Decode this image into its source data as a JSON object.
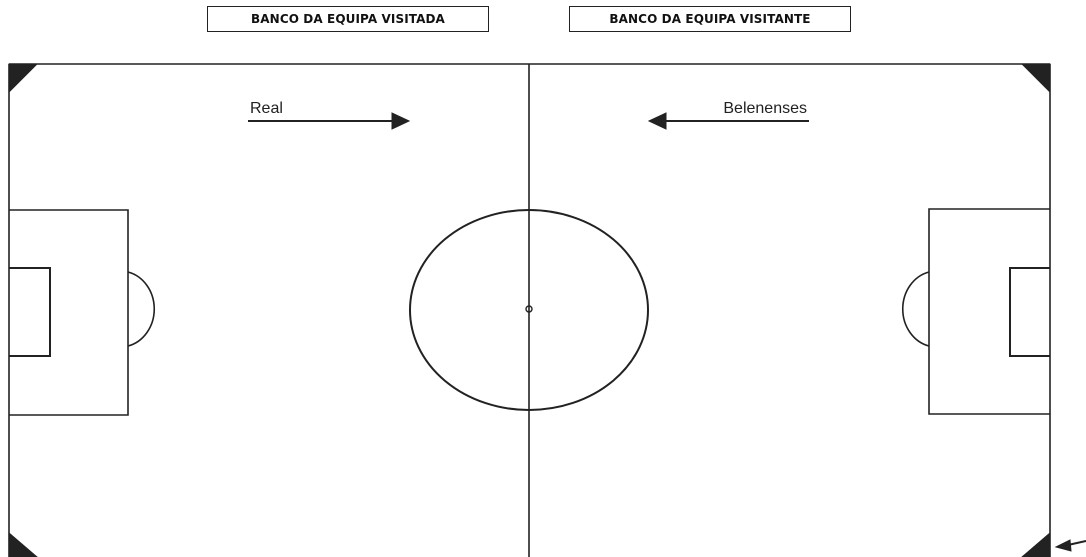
{
  "benches": {
    "home": "BANCO DA EQUIPA VISITADA",
    "away": "BANCO DA EQUIPA VISITANTE"
  },
  "teams": {
    "left": "Real",
    "right": "Belenenses"
  },
  "colors": {
    "line": "#222222",
    "background": "#ffffff"
  }
}
